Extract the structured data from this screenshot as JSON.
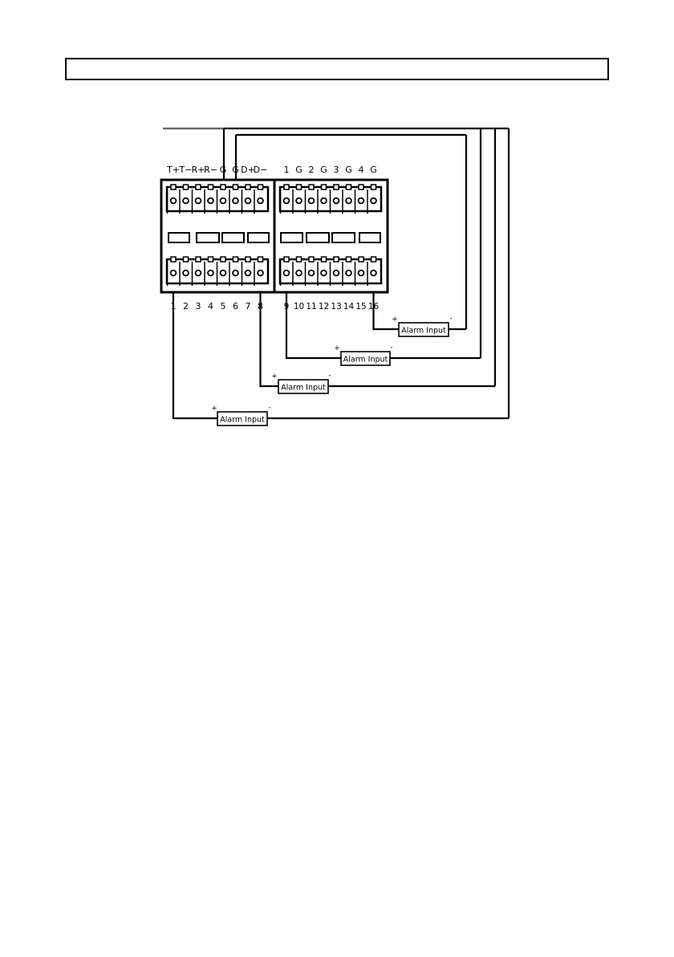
{
  "header": {
    "text": ""
  },
  "diagram": {
    "top_labels_left": [
      "T+",
      "T−",
      "R+",
      "R−",
      "G",
      "G",
      "D+",
      "D−"
    ],
    "top_labels_right": [
      "1",
      "G",
      "2",
      "G",
      "3",
      "G",
      "4",
      "G"
    ],
    "bottom_labels_left": [
      "1",
      "2",
      "3",
      "4",
      "5",
      "6",
      "7",
      "8"
    ],
    "bottom_labels_right": [
      "9",
      "10",
      "11",
      "12",
      "13",
      "14",
      "15",
      "16"
    ],
    "alarm_devices": [
      {
        "label": "Alarm Input",
        "plus": "+",
        "minus": "-"
      },
      {
        "label": "Alarm Input",
        "plus": "+",
        "minus": "-"
      },
      {
        "label": "Alarm Input",
        "plus": "+",
        "minus": "-"
      },
      {
        "label": "Alarm Input",
        "plus": "+",
        "minus": "-"
      }
    ]
  }
}
